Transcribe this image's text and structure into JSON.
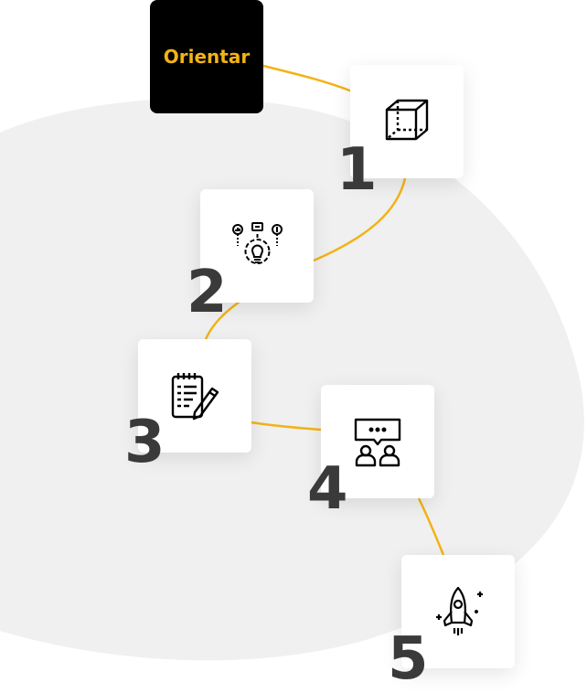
{
  "start": {
    "label": "Orientar"
  },
  "steps": [
    {
      "number": "1",
      "icon": "cube-icon"
    },
    {
      "number": "2",
      "icon": "idea-gear-icon"
    },
    {
      "number": "3",
      "icon": "notepad-pencil-icon"
    },
    {
      "number": "4",
      "icon": "meeting-chat-icon"
    },
    {
      "number": "5",
      "icon": "rocket-icon"
    }
  ],
  "colors": {
    "accent": "#f2b316",
    "start_bg": "#000000",
    "blob": "#f0f0f0",
    "number": "#3a3a3a"
  }
}
